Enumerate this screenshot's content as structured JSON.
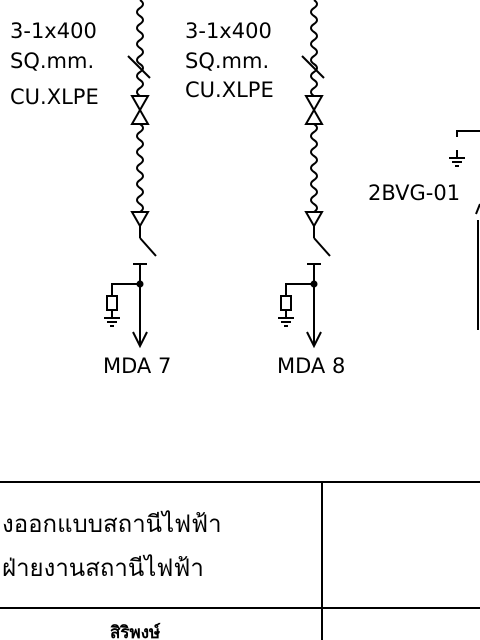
{
  "feeders": [
    {
      "cable_line1": "3-1x400",
      "cable_line2": "SQ.mm.",
      "cable_line3": "CU.XLPE",
      "label": "MDA 7"
    },
    {
      "cable_line1": "3-1x400",
      "cable_line2": "SQ.mm.",
      "cable_line3": "CU.XLPE",
      "label": "MDA 8"
    }
  ],
  "generator": {
    "label": "2BVG-01"
  },
  "title_block": {
    "line1": "งออกแบบสถานีไฟฟ้า",
    "line2": "ฝ่ายงานสถานีไฟฟ้า",
    "name": "สิริพงษ์"
  }
}
